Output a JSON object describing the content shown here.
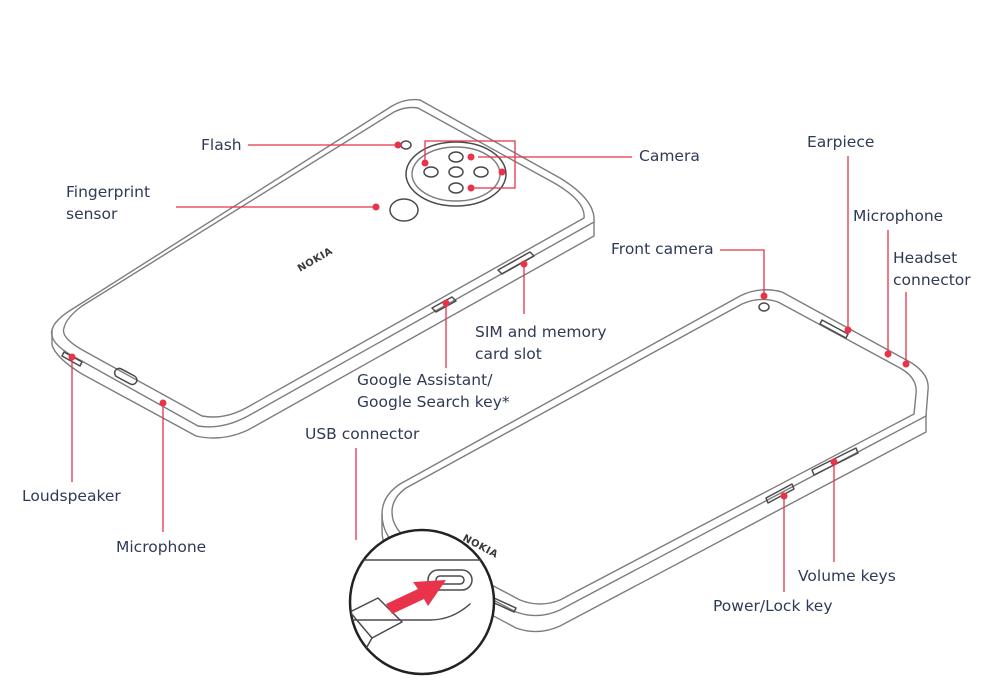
{
  "brand_text": "NOKIA",
  "labels": {
    "flash": "Flash",
    "camera": "Camera",
    "fingerprint_line1": "Fingerprint",
    "fingerprint_line2": "sensor",
    "earpiece": "Earpiece",
    "microphone_top": "Microphone",
    "headset_line1": "Headset",
    "headset_line2": "connector",
    "front_camera": "Front camera",
    "sim_line1": "SIM and memory",
    "sim_line2": "card slot",
    "assistant_line1": "Google Assistant/",
    "assistant_line2": "Google Search key*",
    "usb": "USB connector",
    "loudspeaker": "Loudspeaker",
    "microphone_bottom": "Microphone",
    "volume": "Volume keys",
    "power": "Power/Lock key"
  },
  "colors": {
    "leader": "#e8334a",
    "outline": "#7d7d7d",
    "text": "#2f3a57"
  }
}
